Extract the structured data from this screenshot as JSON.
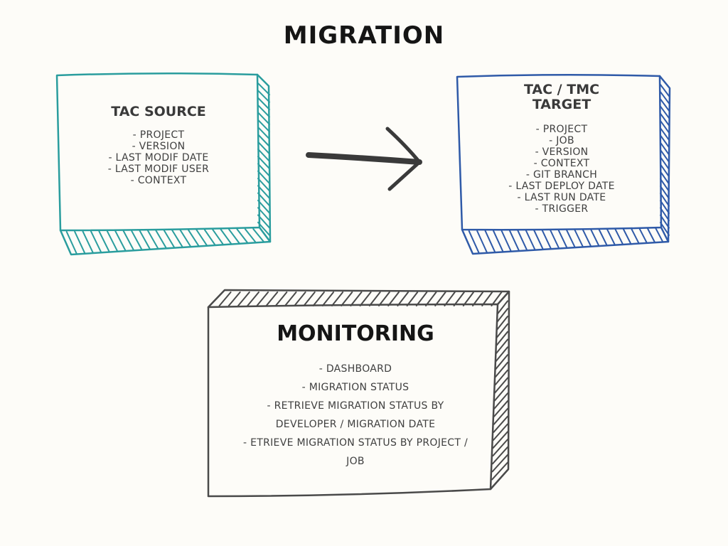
{
  "title": "MIGRATION",
  "source": {
    "heading": "TAC SOURCE",
    "items": [
      "- PROJECT",
      "- VERSION",
      "- LAST MODIF DATE",
      "- LAST MODIF USER",
      "- CONTEXT"
    ]
  },
  "target": {
    "heading_line1": "TAC / TMC",
    "heading_line2": "TARGET",
    "items": [
      "- PROJECT",
      "- JOB",
      "- VERSION",
      "- CONTEXT",
      "- GIT BRANCH",
      "- LAST DEPLOY DATE",
      "- LAST RUN DATE",
      "- TRIGGER"
    ]
  },
  "monitoring": {
    "heading": "MONITORING",
    "items": [
      "- DASHBOARD",
      "- MIGRATION STATUS",
      "- RETRIEVE MIGRATION STATUS BY",
      "DEVELOPER / MIGRATION DATE",
      "- ETRIEVE MIGRATION STATUS BY PROJECT /",
      "JOB"
    ]
  },
  "colors": {
    "source": "#2a9d9e",
    "target": "#2f5aa8",
    "monitoring": "#4a4a4a",
    "arrow": "#3a3a3a"
  }
}
